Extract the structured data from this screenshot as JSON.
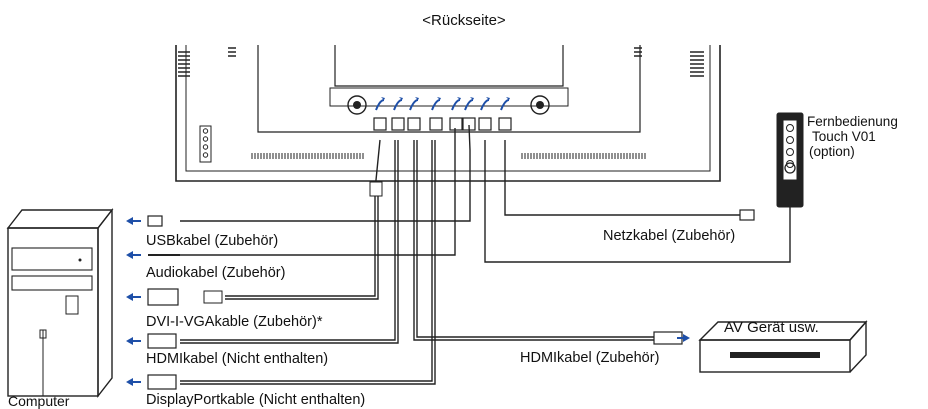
{
  "header": {
    "title": "<Rückseite>"
  },
  "devices": {
    "computer": "Computer",
    "remote_line1": "Fernbedienung",
    "remote_line2": "Touch V01",
    "remote_line3": "(option)",
    "av_device": "AV Gerät usw."
  },
  "cables": {
    "usb": "USBkabel (Zubehör)",
    "audio": "Audiokabel (Zubehör)",
    "dvi_vga": "DVI-I-VGAkable (Zubehör)*",
    "hdmi_pc": "HDMIkabel (Nicht enthalten)",
    "displayport": "DisplayPortkable (Nicht enthalten)",
    "power": "Netzkabel (Zubehör)",
    "hdmi_av": "HDMIkabel (Zubehör)"
  },
  "icons": {
    "arrow": "arrow-left-icon",
    "usb": "usb-plug-icon",
    "audio": "audio-jack-icon",
    "vga": "vga-plug-icon",
    "hdmi": "hdmi-plug-icon",
    "displayport": "displayport-plug-icon",
    "power": "power-plug-icon"
  },
  "colors": {
    "line": "#222222",
    "background": "#ffffff"
  }
}
